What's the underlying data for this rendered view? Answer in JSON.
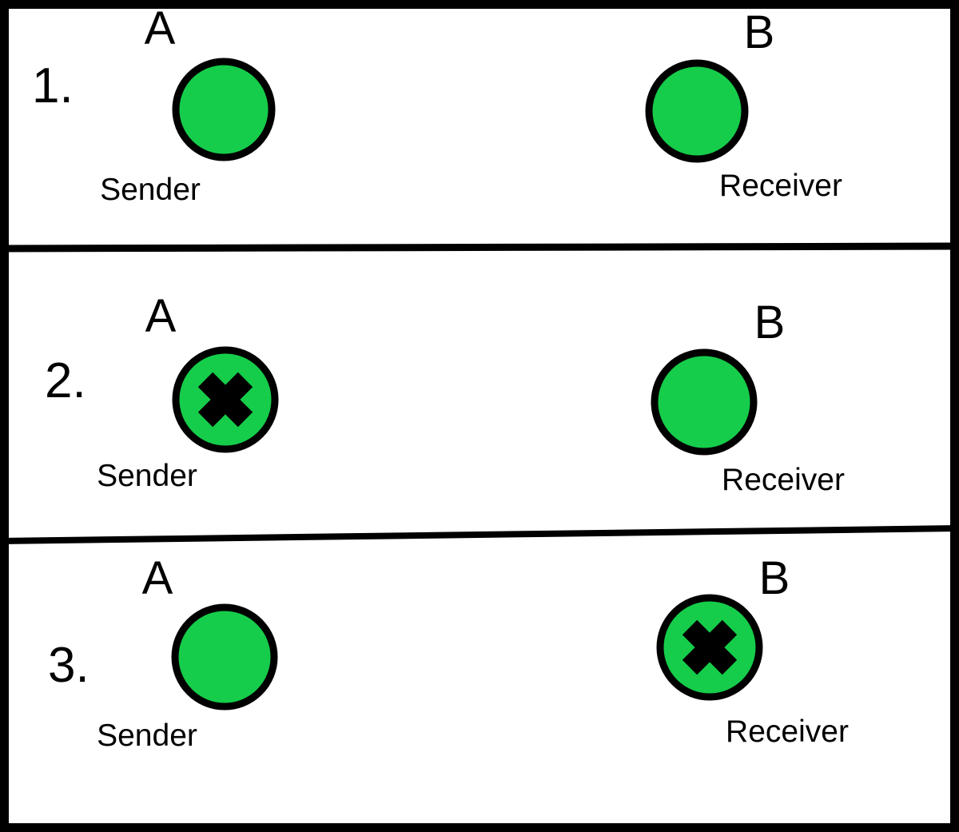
{
  "diagram": {
    "background_color": "#ffffff",
    "border_color": "#000000",
    "node_fill_color": "#15CD4A",
    "node_stroke_color": "#000000",
    "x_mark_color": "#000000",
    "panels": [
      {
        "number": "1.",
        "nodes": [
          {
            "label": "A",
            "role": "Sender",
            "crossed_out": false
          },
          {
            "label": "B",
            "role": "Receiver",
            "crossed_out": false
          }
        ]
      },
      {
        "number": "2.",
        "nodes": [
          {
            "label": "A",
            "role": "Sender",
            "crossed_out": true
          },
          {
            "label": "B",
            "role": "Receiver",
            "crossed_out": false
          }
        ]
      },
      {
        "number": "3.",
        "nodes": [
          {
            "label": "A",
            "role": "Sender",
            "crossed_out": false
          },
          {
            "label": "B",
            "role": "Receiver",
            "crossed_out": true
          }
        ]
      }
    ]
  }
}
